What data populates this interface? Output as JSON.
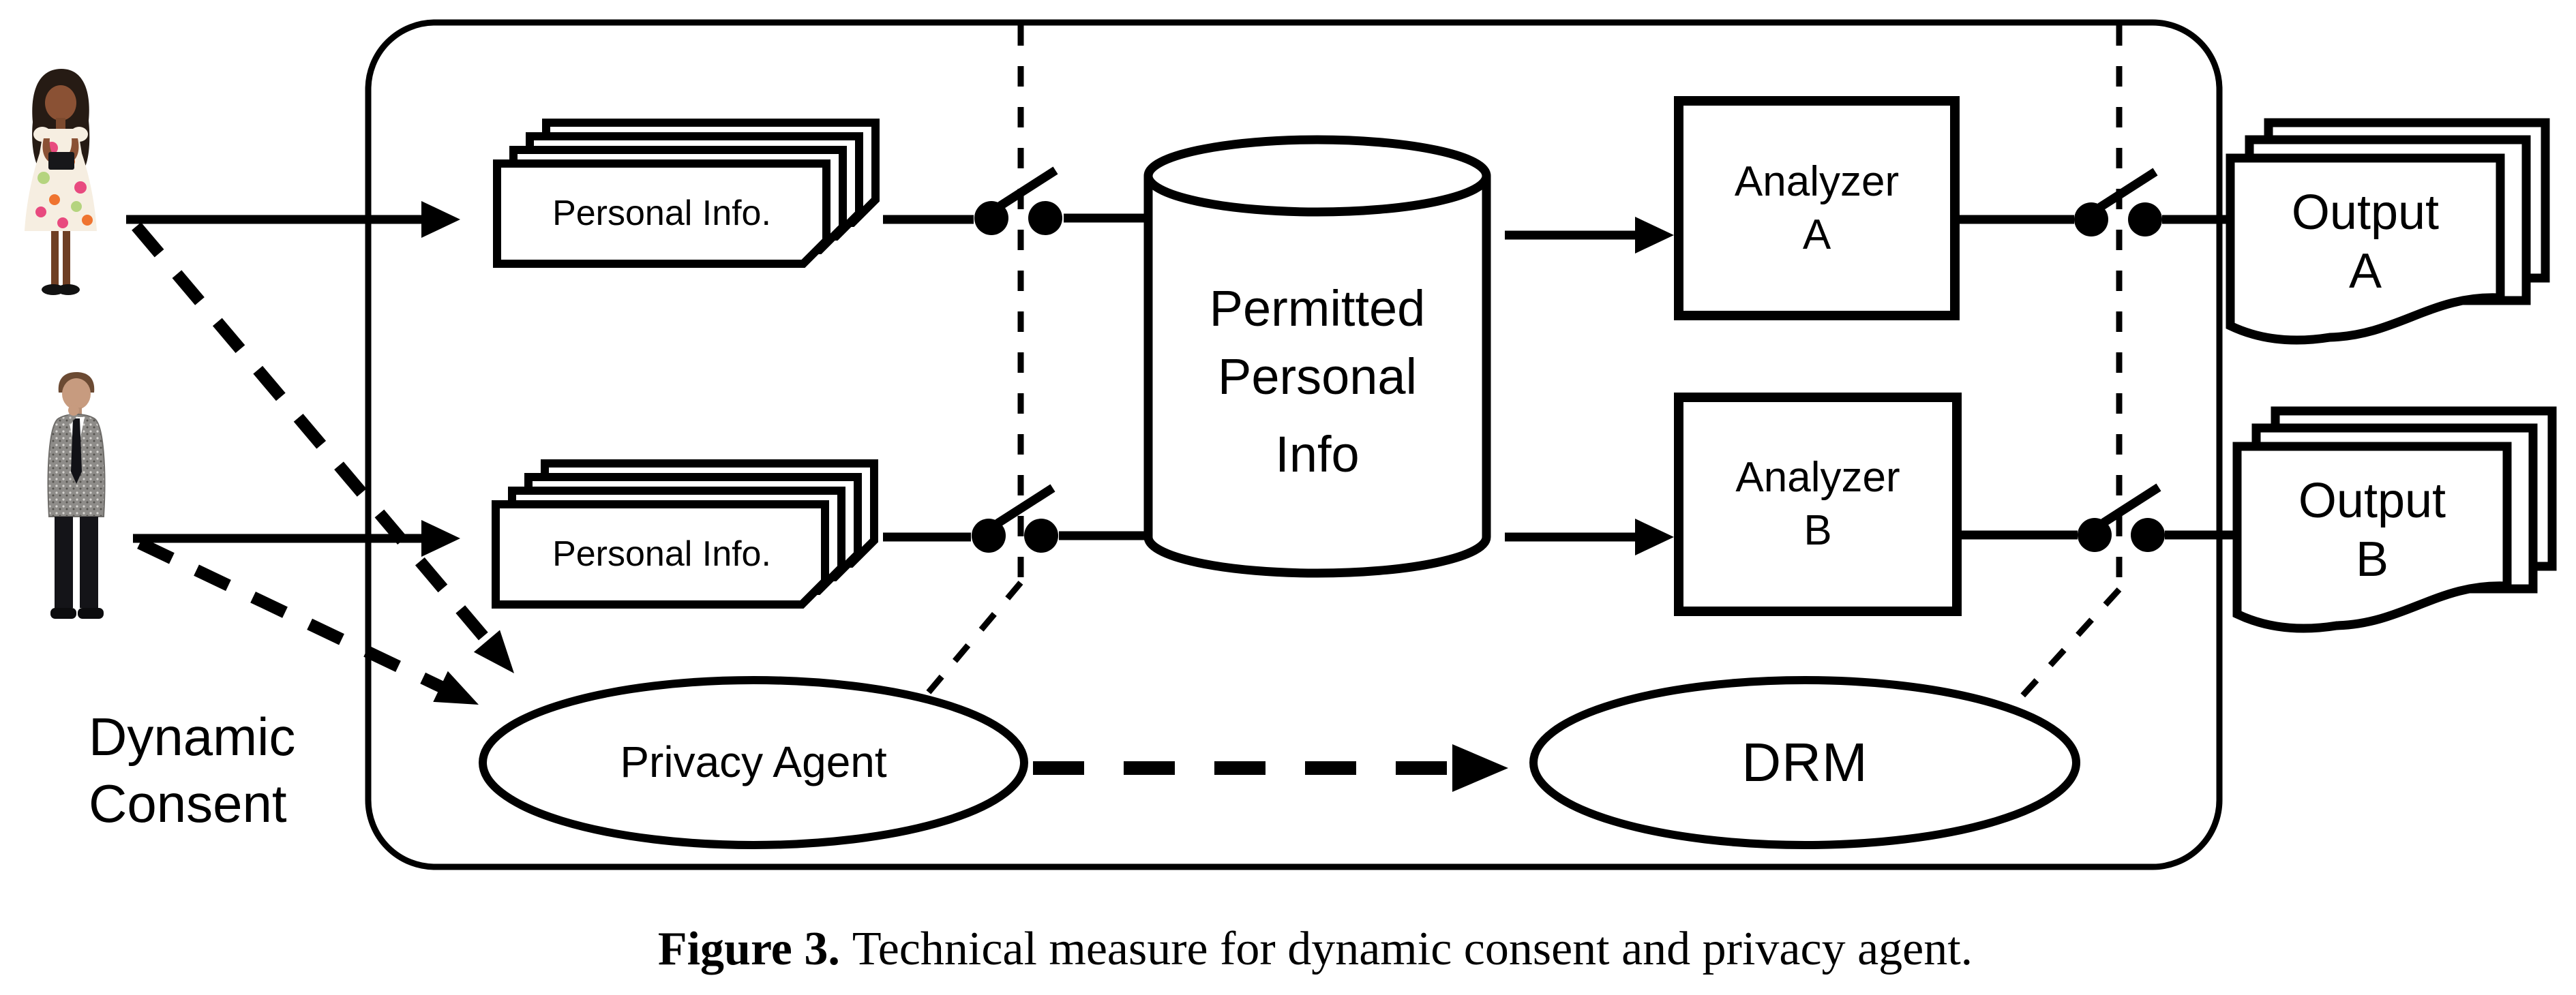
{
  "figure": {
    "kind": "technical-diagram",
    "caption": {
      "label": "Figure 3.",
      "text": "Technical measure for dynamic consent and privacy agent."
    },
    "dynamic_consent": {
      "line1": "Dynamic",
      "line2": "Consent"
    },
    "personal_info_stack_1": "Personal Info.",
    "personal_info_stack_2": "Personal Info.",
    "database": {
      "line1": "Permitted",
      "line2": "Personal",
      "line3": "Info"
    },
    "analyzer_a": {
      "line1": "Analyzer",
      "line2": "A"
    },
    "analyzer_b": {
      "line1": "Analyzer",
      "line2": "B"
    },
    "output_a": {
      "line1": "Output",
      "line2": "A"
    },
    "output_b": {
      "line1": "Output",
      "line2": "B"
    },
    "privacy_agent": "Privacy Agent",
    "drm": "DRM",
    "icons": {
      "girl_user": "child-with-tablet-photo",
      "man_user": "man-thinking-photo",
      "switch": "open-circuit-switch",
      "database": "cylinder",
      "documents": "stacked-sheets"
    },
    "colors": {
      "ink": "#000000",
      "background": "#ffffff",
      "dress_pink": "#e84a7f",
      "dress_orange": "#ef7430",
      "dress_green": "#b5d47f",
      "girl_skin": "#8a5134",
      "man_skin": "#c79b7f",
      "blazer_gray": "#8e8c89"
    }
  }
}
